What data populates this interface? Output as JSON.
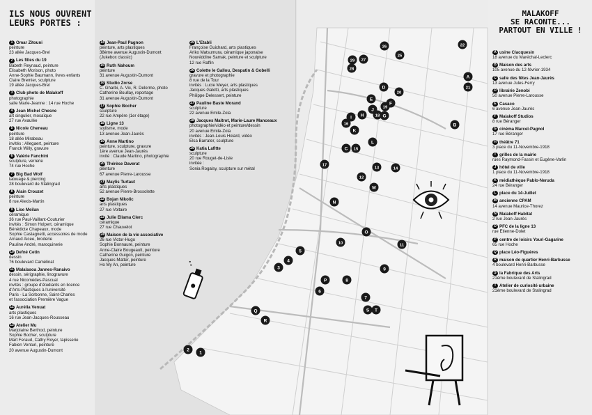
{
  "left_title": {
    "line1": "ILS NOUS OUVRENT",
    "line2": "LEURS PORTES :"
  },
  "right_title": {
    "line1": "MALAKOFF",
    "line2": "SE RACONTE...",
    "line3": "PARTOUT EN VILLE !"
  },
  "columns": [
    [
      {
        "num": "1",
        "name": "Omar Zitouni",
        "lines": [
          "peinture",
          "23 allée Jacques-Brel"
        ]
      },
      {
        "num": "2",
        "name": "Les filles du 19",
        "lines": [
          "Babeth Reynaud, peinture",
          "Elisabeth Morison, photo",
          "Anne-Sophie Baumann, livres enfants",
          "Claire Bremier, sculpture",
          "19 allée Jacques-Brel"
        ]
      },
      {
        "num": "3",
        "name": "Club photo de Malakoff",
        "lines": [
          "photographie",
          "salle Marie-Jeanne : 14 rue Hoche"
        ]
      },
      {
        "num": "4",
        "name": "Jean Michel Chesne",
        "lines": [
          "art singulier, mosaïque",
          "27 rue Avaulée"
        ]
      },
      {
        "num": "5",
        "name": "Nicole Cheneau",
        "lines": [
          "peinture",
          "18 allée Mirabeau",
          "invités : Allegaert, peinture",
          "Franck Willy, gravure"
        ]
      },
      {
        "num": "6",
        "name": "Valérie Fanchini",
        "lines": [
          "sculpture, verrerie",
          "74 rue Hoche"
        ]
      },
      {
        "num": "7",
        "name": "Big Bad Wolf",
        "lines": [
          "tatouage & piercing",
          "28 boulevard de Stalingrad"
        ]
      },
      {
        "num": "8",
        "name": "Alain Crouzet",
        "lines": [
          "peinture",
          "8 rue Alexis-Martin"
        ]
      },
      {
        "num": "9",
        "name": "Lise Meilan",
        "lines": [
          "céramique",
          "36 rue Paul-Vaillant-Couturier",
          "invités : Simon Holpert, céramique",
          "Bénédicte Chapeaux, mode",
          "Sophie Castagnetti, accessoires de mode",
          "Arnaud Aicee, broderie",
          "Pauline André, maroquinerie"
        ]
      },
      {
        "num": "10",
        "name": "Defné Cetin",
        "lines": [
          "dessin",
          "76 boulevard Camélinat"
        ]
      },
      {
        "num": "11",
        "name": "Malalasoa Jannes-Ranaivo",
        "lines": [
          "dessin, sérigraphie, linogravure",
          "4 rue Nicomèdes-Pascual",
          "invités : groupe d'étudiants en licence",
          "d'Arts-Plastiques à l'université",
          "Paris - La Sorbonne, Saint-Charles",
          "et l'association Première Vague"
        ]
      },
      {
        "num": "12",
        "name": "Aurélia Venuat",
        "lines": [
          "arts plastiques",
          "16 rue Jean-Jacques-Rousseau"
        ]
      },
      {
        "num": "13",
        "name": "Atelier Mu",
        "lines": [
          "Marjolaine Berthod, peinture",
          "Sophie Bocher, sculpture",
          "Mart Feraud, Cathy Royer, tapisserie",
          "Fabien Venturi, peinture",
          "20 avenue Augustin-Dumont"
        ]
      }
    ],
    [
      {
        "num": "14",
        "name": "Jean-Paul Pagnon",
        "lines": [
          "peinture, arts plastiques",
          "38ème avenue Augustin-Dumont",
          "(Jukebox classic)"
        ]
      },
      {
        "num": "15",
        "name": "Ruth Nahoum",
        "lines": [
          "peinture",
          "31 avenue Augustin-Dumont"
        ]
      },
      {
        "num": "16",
        "name": "Studio Zorse",
        "lines": [
          "C. Gharbi, A. Vic, R. Delorme, photo",
          "Catherine Boullay, reportage",
          "31 avenue Augustin-Dumont"
        ]
      },
      {
        "num": "17",
        "name": "Sophie Bocher",
        "lines": [
          "sculpture",
          "22 rue Ampère (1er étage)"
        ]
      },
      {
        "num": "18",
        "name": "Ligne 13",
        "lines": [
          "stylisme, mode",
          "13 avenue Jean-Jaurès"
        ]
      },
      {
        "num": "19",
        "name": "Anne Martino",
        "lines": [
          "peinture, sculpture, gravure",
          "1ère avenue Jean-Jaurès",
          "invité : Claude Martino, photographie"
        ]
      },
      {
        "num": "20",
        "name": "Thérèse Daverat",
        "lines": [
          "peinture",
          "67 avenue Pierre-Larousse"
        ]
      },
      {
        "num": "21",
        "name": "Maylis Turtaut",
        "lines": [
          "arts plastiques",
          "52 avenue Pierre-Brossolette"
        ]
      },
      {
        "num": "22",
        "name": "Bojan Nikolic",
        "lines": [
          "arts plastiques",
          "27 rue Voltaire"
        ]
      },
      {
        "num": "23",
        "name": "Julie Ellama Clerc",
        "lines": [
          "céramique",
          "27 rue Chauvelot"
        ]
      },
      {
        "num": "24",
        "name": "Maison de la vie associative",
        "lines": [
          "26 rue Victor-Hugo",
          "Sophie Bonnaure, peinture",
          "Anne-Claire Bougeault, peinture",
          "Catherine Guigon, peinture",
          "Jacques Matter, peinture",
          "Ho My An, peinture"
        ]
      }
    ],
    [
      {
        "num": "25",
        "name": "L'Etabli",
        "lines": [
          "Françoise Guichard, arts plastiques",
          "Ariko Matsumura, céramique japonaise",
          "Nouréddine Samak, peinture et sculpture",
          "12 rue Raffin"
        ]
      },
      {
        "num": "26",
        "name": "Colette le Gallou, Despatin & Gobelli",
        "lines": [
          "gravure et photographie",
          "8 rue de la Tour",
          "invités : Lucie Meyer, arts plastiques",
          "Jacques Galotti, arts plastiques",
          "Philippe Delessert, peinture"
        ]
      },
      {
        "num": "27",
        "name": "Pauline Baste Morand",
        "lines": [
          "sculpture",
          "22 avenue Emile-Zola"
        ]
      },
      {
        "num": "28",
        "name": "Jacques Maitrot, Marie-Laure Manceaux",
        "lines": [
          "photographie/vidéo et peinture/dessin",
          "20 avenue Emile-Zola",
          "invités : Jean-Louis Holard, vidéo",
          "Elsa Barrater, sculpture"
        ]
      },
      {
        "num": "29",
        "name": "Katia Lafitte",
        "lines": [
          "sculpture",
          "20 rue Rouget-de-Lisle",
          "invitée :",
          "Sonia Rogalsy, sculpture sur métal"
        ]
      }
    ]
  ],
  "legend": [
    {
      "letter": "A",
      "name": "usine Clacquesin",
      "line": "18 avenue du Maréchal-Leclerc"
    },
    {
      "letter": "B",
      "name": "Maison des arts",
      "line": "105 avenue du 12-février-1934"
    },
    {
      "letter": "C",
      "name": "salle des fêtes Jean-Jaurès",
      "line": "13 avenue Jules-Ferry"
    },
    {
      "letter": "D",
      "name": "librairie Zenobi",
      "line": "50 avenue Pierre-Larousse"
    },
    {
      "letter": "E",
      "name": "Casaco",
      "line": "6 avenue Jean-Jaurès"
    },
    {
      "letter": "F",
      "name": "Malakoff Studios",
      "line": "8 rue Béranger"
    },
    {
      "letter": "G",
      "name": "cinéma Marcel-Pagnol",
      "line": "17 rue Béranger"
    },
    {
      "letter": "H",
      "name": "théâtre 71",
      "line": "3 place du 11-Novembre-1918"
    },
    {
      "letter": "I",
      "name": "grilles de la mairie",
      "line": "rues Raymond-Fassin et Eugène-Varlin"
    },
    {
      "letter": "J",
      "name": "hôtel de ville",
      "line": "1 place du 11-Novembre-1918"
    },
    {
      "letter": "K",
      "name": "médiathèque Pablo-Neruda",
      "line": "24 rue Béranger"
    },
    {
      "letter": "L",
      "name": "place du 14-Juillet",
      "line": ""
    },
    {
      "letter": "M",
      "name": "ancienne CPAM",
      "line": "14 avenue Maurice-Thorez"
    },
    {
      "letter": "N",
      "name": "Malakoff Habitat",
      "line": "2 rue Jean-Jaurès"
    },
    {
      "letter": "O",
      "name": "PFC de la ligne 13",
      "line": "rue Etienne-Dolet"
    },
    {
      "letter": "P",
      "name": "centre de loisirs Youri-Gagarine",
      "line": "65 rue Hoche"
    },
    {
      "letter": "Q",
      "name": "place Léo-Figuères",
      "line": ""
    },
    {
      "letter": "R",
      "name": "maison de quartier Henri-Barbusse",
      "line": "4 boulevard Henri-Barbusse"
    },
    {
      "letter": "S",
      "name": "la Fabrique des Arts",
      "line": "21ème boulevard de Stalingrad"
    },
    {
      "letter": "T",
      "name": "Atelier de curiosité urbaine",
      "line": "21ème boulevard de Stalingrad"
    }
  ],
  "markers": [
    "1",
    "2",
    "3",
    "4",
    "5",
    "6",
    "7",
    "8",
    "9",
    "10",
    "11",
    "12",
    "13",
    "14",
    "15",
    "16",
    "17",
    "18",
    "19",
    "20",
    "21",
    "22",
    "25",
    "26",
    "27",
    "28",
    "29",
    "A",
    "B",
    "C",
    "D",
    "E",
    "F",
    "G",
    "H",
    "I",
    "J",
    "K",
    "L",
    "M",
    "N",
    "O",
    "P",
    "Q",
    "R",
    "S",
    "T"
  ]
}
